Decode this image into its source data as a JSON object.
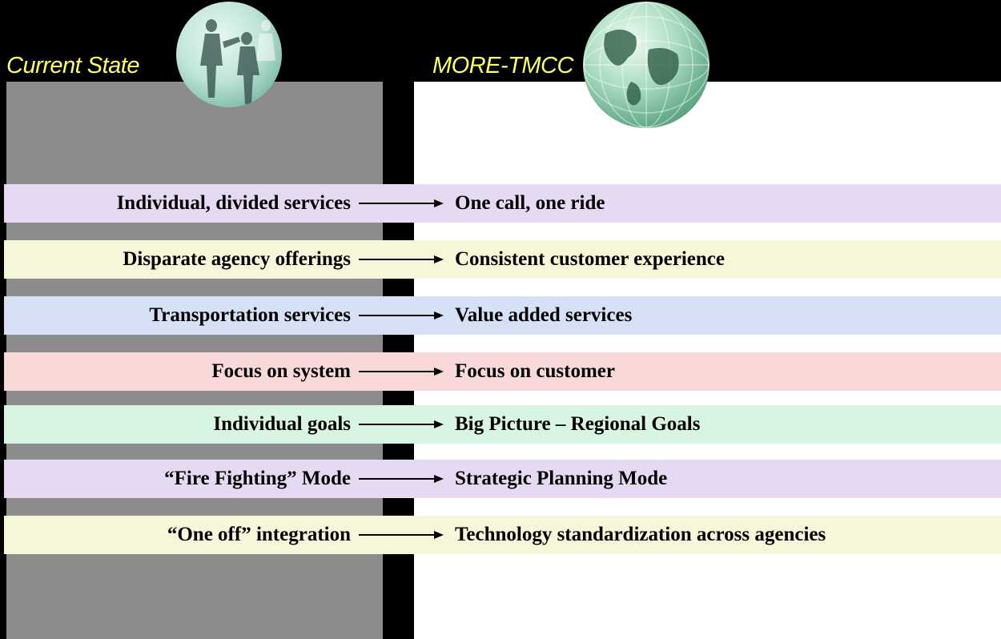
{
  "headings": {
    "left": "Current State",
    "right": "MORE-TMCC"
  },
  "rows": [
    {
      "from": "Individual, divided services",
      "to": "One call, one ride",
      "color": "#e6d9f2"
    },
    {
      "from": "Disparate agency offerings",
      "to": "Consistent customer experience",
      "color": "#f6f6d8"
    },
    {
      "from": "Transportation services",
      "to": "Value added services",
      "color": "#d6e1f5"
    },
    {
      "from": "Focus on system",
      "to": "Focus on customer",
      "color": "#f9d8d8"
    },
    {
      "from": "Individual goals",
      "to": "Big Picture – Regional Goals",
      "color": "#d8f5e2"
    },
    {
      "from": "“Fire Fighting” Mode",
      "to": "Strategic Planning Mode",
      "color": "#e6d9f2"
    },
    {
      "from": "“One off” integration",
      "to": "Technology standardization across agencies",
      "color": "#f6f6d8"
    }
  ],
  "icons": {
    "left_globe": "people-globe-icon",
    "right_globe": "world-globe-icon"
  }
}
